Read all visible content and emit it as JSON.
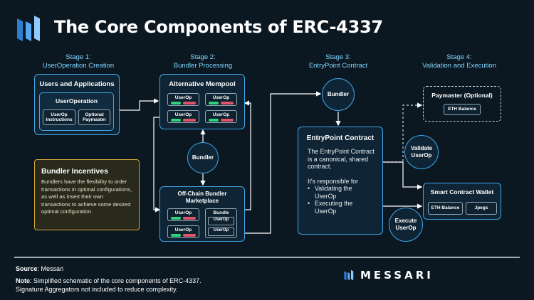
{
  "title": "The Core Components of ERC-4337",
  "stages": [
    {
      "line1": "Stage 1:",
      "line2": "UserOperation Creation"
    },
    {
      "line1": "Stage 2:",
      "line2": "Bundler Processing"
    },
    {
      "line1": "Stage 3:",
      "line2": "EntryPoint Contract"
    },
    {
      "line1": "Stage 4:",
      "line2": "Validation and Execution"
    }
  ],
  "stage1": {
    "box_title": "Users and Applications",
    "inner_title": "UserOperation",
    "chip1_line1": "UserOp",
    "chip1_line2": "Instructions",
    "chip2_line1": "Optional",
    "chip2_line2": "Paymaster"
  },
  "stage2": {
    "mempool_title": "Alternative Mempool",
    "userop_label": "UserOp",
    "bundler_label": "Bundler",
    "market_line1": "Off-Chain Bundler",
    "market_line2": "Marketplace",
    "bundle_label": "Bundle"
  },
  "incentives": {
    "title": "Bundler Incentives",
    "body": "Bundlers have the flexibility to order transactions in optimal configurations, as well as insert their own transactions to achieve some desired optimal configuration."
  },
  "stage3": {
    "bundler_label": "Bundler",
    "entry_title": "EntryPoint Contract",
    "para1": "The EntryPoint Contract is a canonical, shared contract.",
    "para2": "It's responsible for",
    "bullet1": "Validating the UserOp",
    "bullet2": "Executing the UserOp"
  },
  "stage4": {
    "paymaster_title": "Paymaster (Optional)",
    "eth_balance": "ETH Balance",
    "validate_line1": "Validate",
    "validate_line2": "UserOp",
    "execute_line1": "Execute",
    "execute_line2": "UserOp",
    "wallet_title": "Smart Contract Wallet",
    "wallet_eth": "ETH Balance",
    "wallet_jpegs": "Jpegs"
  },
  "footer": {
    "source_label": "Source",
    "source_value": ": Messari",
    "note_label": "Note",
    "note_value": ": Simplified schematic of the core components of ERC-4337.",
    "note_line2": "Signature Aggregators not included to reduce complexity.",
    "brand": "MESSARI"
  },
  "colors": {
    "background": "#0b1822",
    "accent_blue": "#3fa6e8",
    "stage_text": "#7fd6ff",
    "green": "#2fd37a",
    "red": "#e2536a",
    "gold": "#d9a93a"
  }
}
